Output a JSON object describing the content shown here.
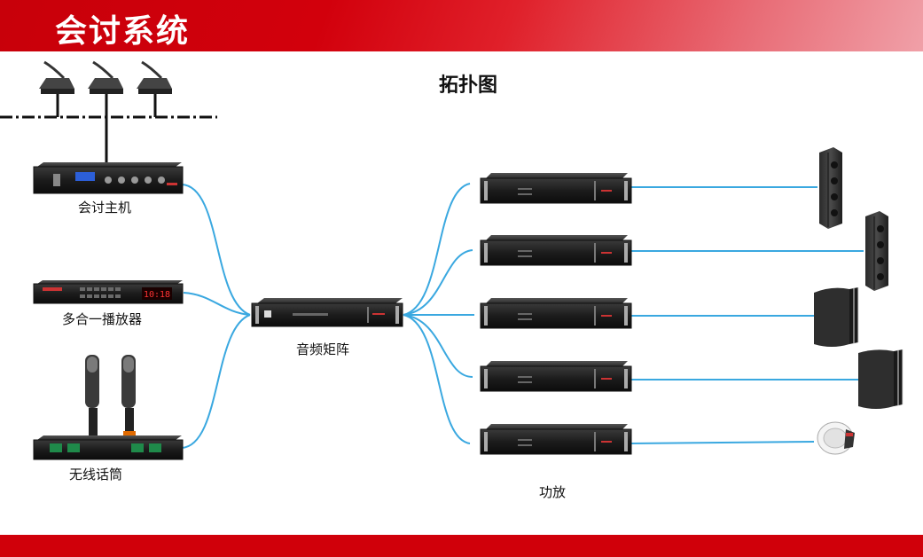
{
  "header": {
    "title": "会讨系统"
  },
  "diagram": {
    "title": "拓扑图",
    "nodes": {
      "host": {
        "label": "会讨主机"
      },
      "player": {
        "label": "多合一播放器",
        "display": "10:18"
      },
      "wireless": {
        "label": "无线话筒"
      },
      "matrix": {
        "label": "音频矩阵"
      },
      "amps": {
        "label": "功放"
      }
    }
  },
  "colors": {
    "brand": "#d0000a",
    "connector": "#3aa8e0"
  },
  "icons": [
    "microphone-icon",
    "conference-host-icon",
    "media-player-icon",
    "wireless-mic-icon",
    "audio-matrix-icon",
    "amplifier-icon",
    "column-speaker-icon",
    "wall-speaker-icon",
    "ceiling-speaker-icon"
  ]
}
